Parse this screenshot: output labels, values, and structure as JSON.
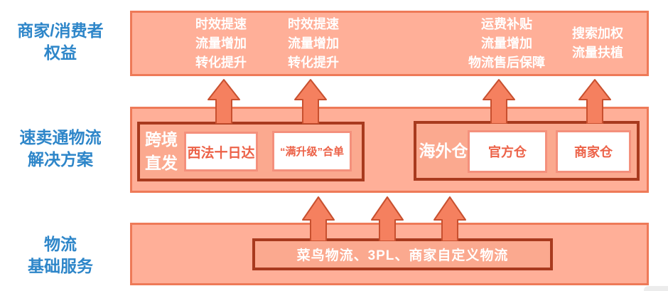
{
  "colors": {
    "label_blue": "#2e86c9",
    "layer_fill": "#ffaf98",
    "layer_border": "#ee7a58",
    "dark_group_border": "#a83a1e",
    "dark_group_fill": "#fba98f",
    "arrow_fill": "#f5805f",
    "arrow_stroke": "#c8502f",
    "white_box_border": "#f4907c",
    "item_text_red": "#ec6248",
    "white_text": "#ffffff"
  },
  "row_labels": {
    "rights": {
      "line1": "商家/消费者",
      "line2": "权益"
    },
    "solutions": {
      "line1": "速卖通物流",
      "line2": "解决方案"
    },
    "basic": {
      "line1": "物流",
      "line2": "基础服务"
    }
  },
  "benefits": {
    "columns": [
      {
        "lines": [
          "时效提速",
          "流量增加",
          "转化提升"
        ]
      },
      {
        "lines": [
          "时效提速",
          "流量增加",
          "转化提升"
        ]
      },
      {
        "lines": [
          "运费补贴",
          "流量增加",
          "物流售后保障"
        ]
      },
      {
        "lines": [
          "搜索加权",
          "流量扶植"
        ]
      }
    ]
  },
  "solutions": {
    "groups": [
      {
        "label": "跨境直发",
        "label_line1": "跨境",
        "label_line2": "直发",
        "items": [
          "西法十日达",
          "“满升级”合单"
        ]
      },
      {
        "label": "海外仓",
        "items": [
          "官方仓",
          "商家仓"
        ]
      }
    ]
  },
  "basic": {
    "label": "菜鸟物流、3PL、商家自定义物流"
  }
}
